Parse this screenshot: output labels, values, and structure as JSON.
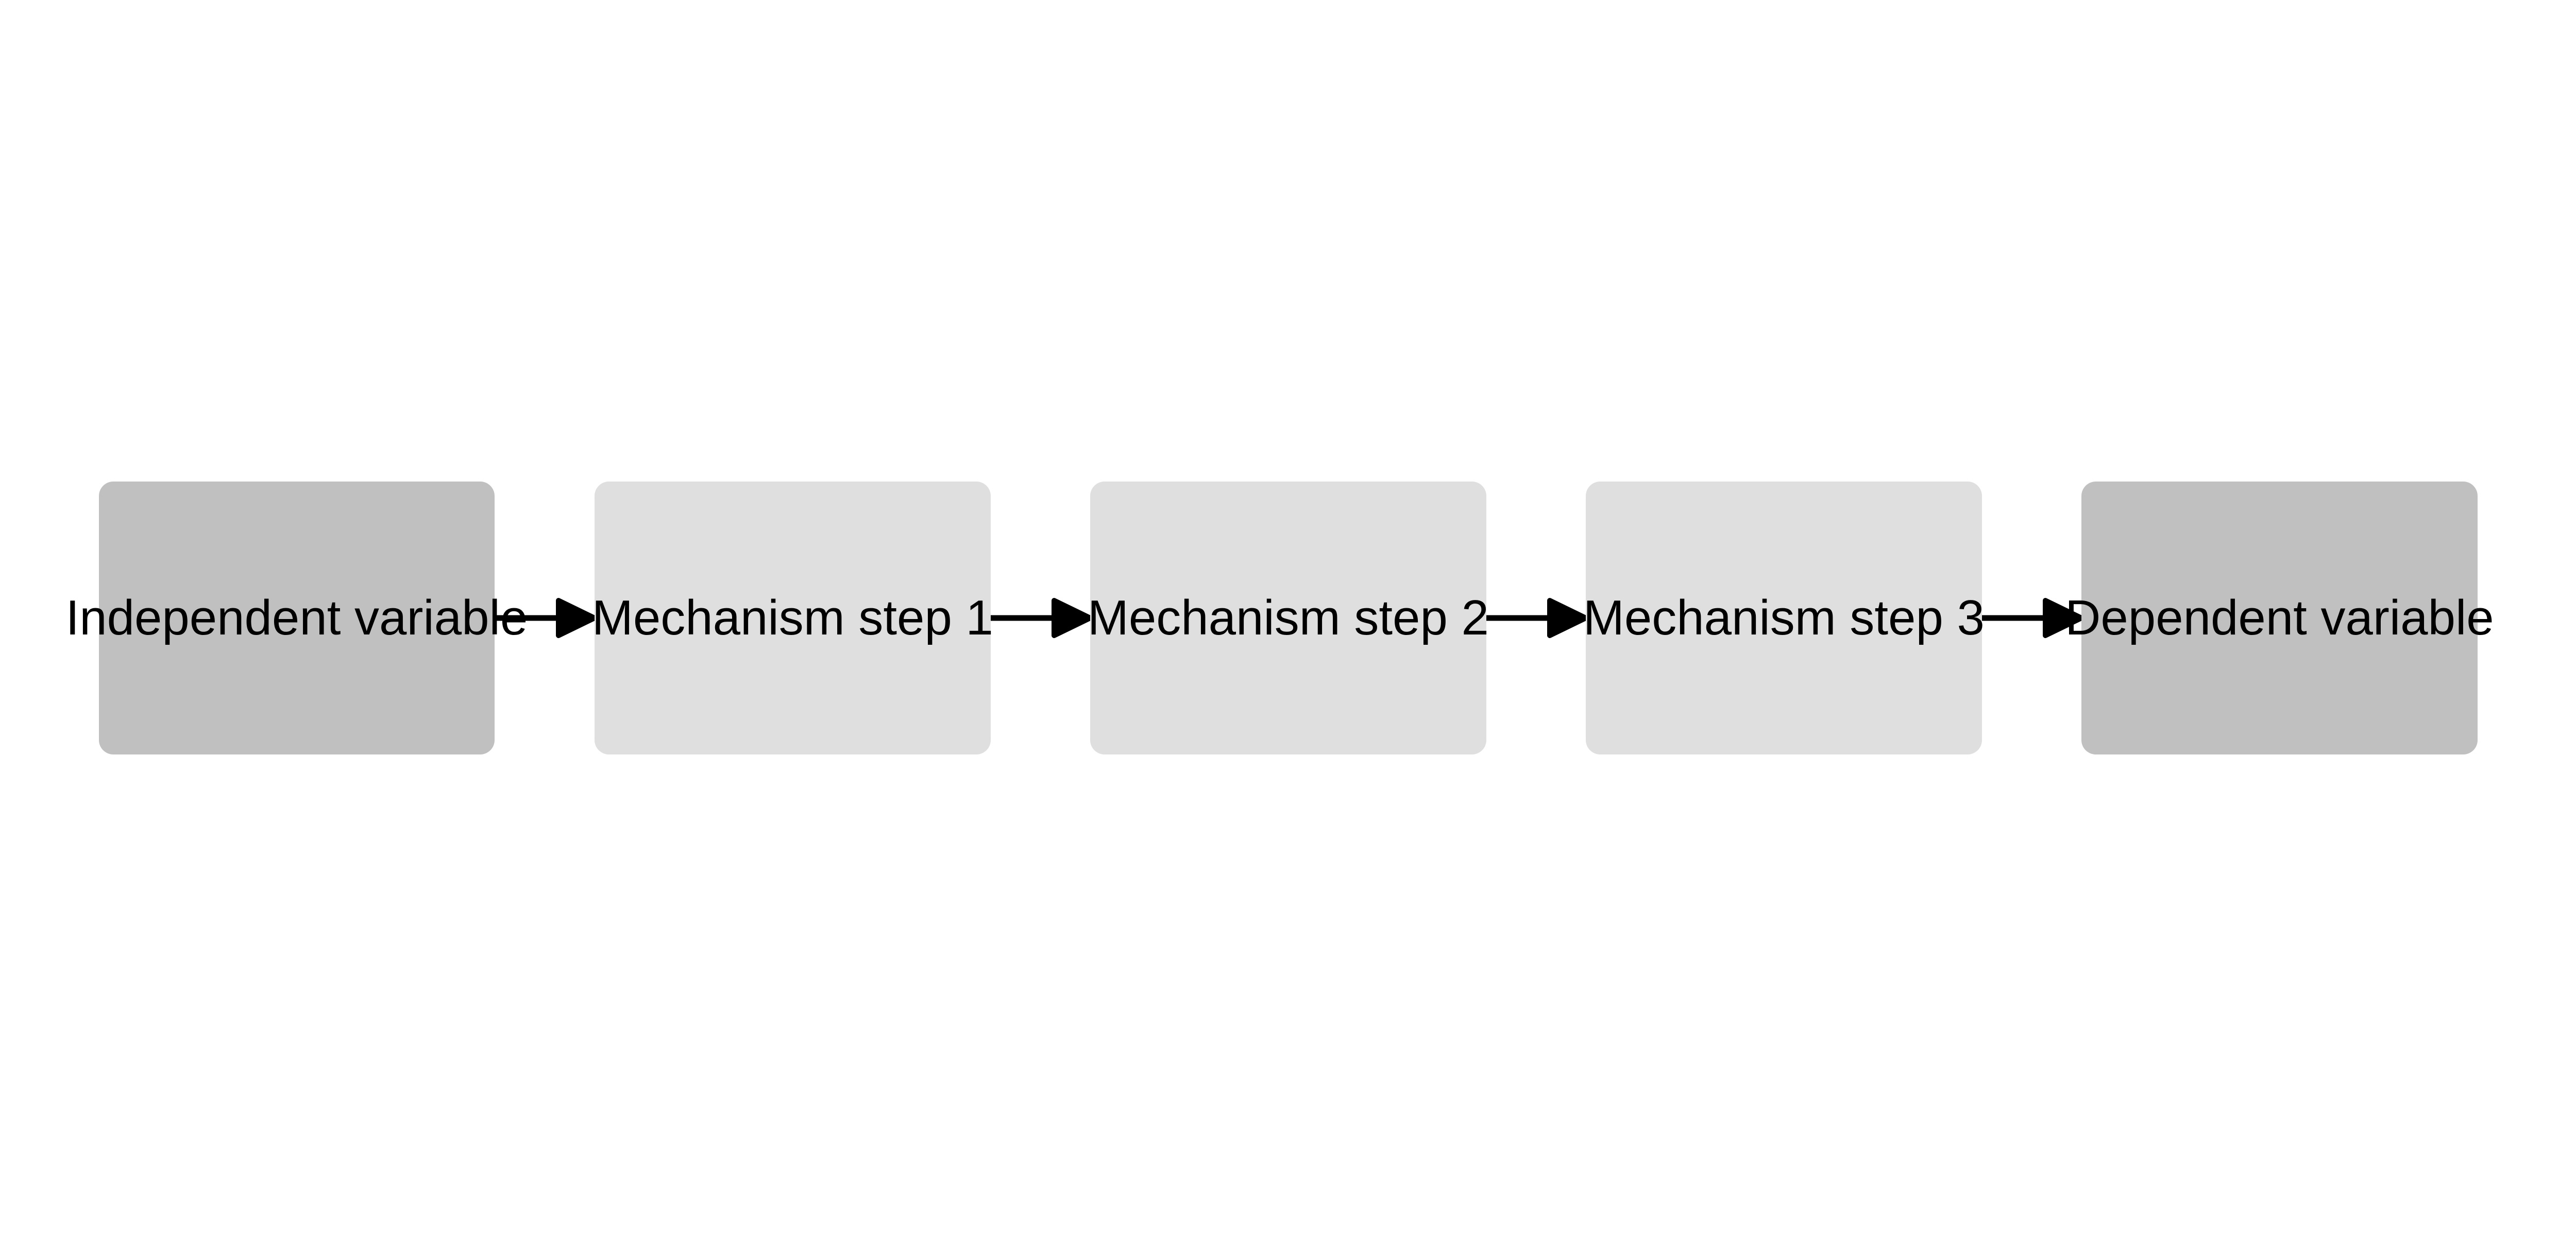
{
  "nodes": [
    {
      "label": "Independent variable",
      "role": "endpoint",
      "color": "#c0c0c0"
    },
    {
      "label": "Mechanism step 1",
      "role": "mechanism",
      "color": "#dfdfdf"
    },
    {
      "label": "Mechanism step 2",
      "role": "mechanism",
      "color": "#dfdfdf"
    },
    {
      "label": "Mechanism step 3",
      "role": "mechanism",
      "color": "#dfdfdf"
    },
    {
      "label": "Dependent variable",
      "role": "endpoint",
      "color": "#c0c0c0"
    }
  ],
  "edges": [
    {
      "from": 0,
      "to": 1
    },
    {
      "from": 1,
      "to": 2
    },
    {
      "from": 2,
      "to": 3
    },
    {
      "from": 3,
      "to": 4
    }
  ],
  "arrow_color": "#000000"
}
